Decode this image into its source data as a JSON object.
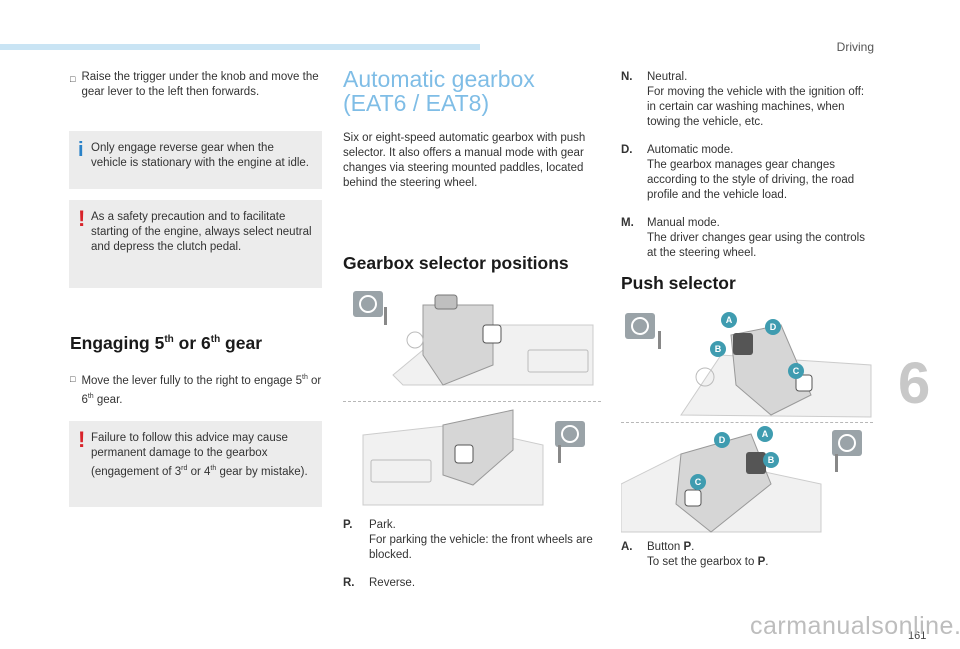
{
  "header": {
    "chapter_title": "Driving"
  },
  "chapter_number": "6",
  "page_number": "161",
  "watermark": "carmanualsonline.info",
  "col1": {
    "bullet1": "Raise the trigger under the knob and move the gear lever to the left then forwards.",
    "info_box": "Only engage reverse gear when the vehicle is stationary with the engine at idle.",
    "warn_box1": "As a safety precaution and to facilitate starting of the engine, always select neutral and depress the clutch pedal.",
    "engaging_heading_a": "Engaging 5",
    "engaging_heading_sup1": "th",
    "engaging_heading_b": " or 6",
    "engaging_heading_sup2": "th",
    "engaging_heading_c": " gear",
    "bullet2_a": "Move the lever fully to the right to engage 5",
    "bullet2_sup1": "th",
    "bullet2_b": " or 6",
    "bullet2_sup2": "th",
    "bullet2_c": " gear.",
    "warn_box2_a": "Failure to follow this advice may cause permanent damage to the gearbox (engagement of 3",
    "warn_box2_sup1": "rd",
    "warn_box2_b": " or 4",
    "warn_box2_sup2": "th",
    "warn_box2_c": " gear by mistake)."
  },
  "col2": {
    "title_line1": "Automatic gearbox",
    "title_line2": "(EAT6 / EAT8)",
    "intro": "Six or eight-speed automatic gearbox with push selector. It also offers a manual mode with gear changes via steering mounted paddles, located behind the steering wheel.",
    "positions_heading": "Gearbox selector positions",
    "P": {
      "key": "P.",
      "title": "Park.",
      "desc": "For parking the vehicle: the front wheels are blocked."
    },
    "R": {
      "key": "R.",
      "title": "Reverse."
    }
  },
  "col3": {
    "N": {
      "key": "N.",
      "title": "Neutral.",
      "desc": "For moving the vehicle with the ignition off: in certain car washing machines, when towing the vehicle, etc."
    },
    "D": {
      "key": "D.",
      "title": "Automatic mode.",
      "desc": "The gearbox manages gear changes according to the style of driving, the road profile and the vehicle load."
    },
    "M": {
      "key": "M.",
      "title": "Manual mode.",
      "desc": "The driver changes gear using the controls at the steering wheel."
    },
    "push_heading": "Push selector",
    "A": {
      "key": "A.",
      "title_a": "Button ",
      "title_b": "P",
      "title_c": ".",
      "desc_a": "To set the gearbox to ",
      "desc_b": "P",
      "desc_c": "."
    },
    "labels": [
      "A",
      "B",
      "C",
      "D"
    ]
  },
  "colors": {
    "accent": "#7fbde6",
    "warning": "#d8232a",
    "info": "#2a82c8",
    "badge": "#3f9cb0"
  }
}
